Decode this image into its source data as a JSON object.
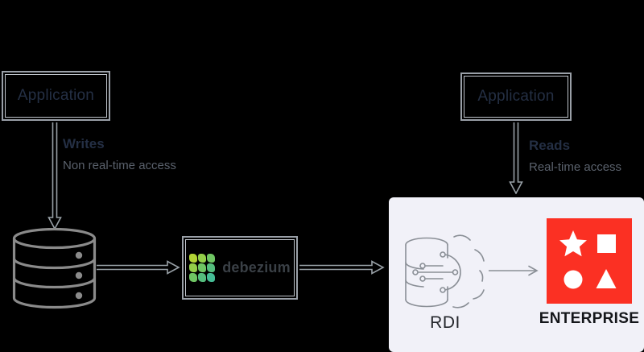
{
  "diagram": {
    "app_left": {
      "label": "Application"
    },
    "app_right": {
      "label": "Application"
    },
    "writes": {
      "title": "Writes",
      "subtitle": "Non real-time access"
    },
    "reads": {
      "title": "Reads",
      "subtitle": "Real-time access"
    },
    "source_database": {
      "icon": "database-icon"
    },
    "debezium": {
      "label": "debezium",
      "icon": "debezium-logo-icon"
    },
    "rdi": {
      "label": "RDI",
      "icon": "rdi-database-circuit-icon"
    },
    "redis_enterprise": {
      "label": "ENTERPRISE",
      "icon": "redis-enterprise-logo"
    }
  },
  "colors": {
    "bg": "#000000",
    "panel-bg": "#f1f1f8",
    "box-border": "#9aa0a8",
    "box-border-inner": "#bfc4cb",
    "arrow": "#98a0a6",
    "icon-gray": "#8a8f96",
    "navy-text": "#242f44",
    "muted-text": "#5a616c",
    "debezium-text": "#3a4046",
    "redis-red": "#fb3023",
    "dark-text": "#14161a",
    "rdi-text": "#24262b"
  }
}
